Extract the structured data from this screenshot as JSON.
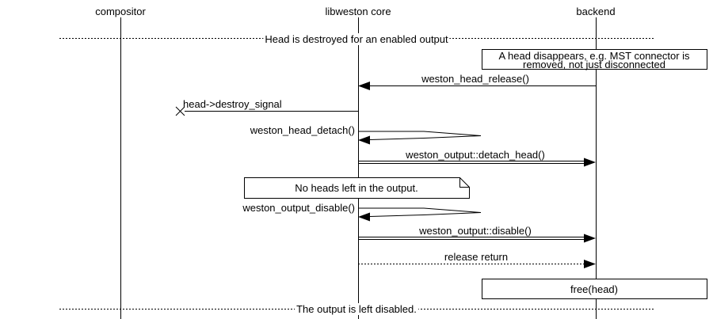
{
  "lifelines": [
    {
      "label": "compositor"
    },
    {
      "label": "libweston core"
    },
    {
      "label": "backend"
    }
  ],
  "dividers": [
    {
      "label": "Head is destroyed for an enabled output"
    },
    {
      "label": "The output is left disabled."
    }
  ],
  "notes": [
    {
      "line1": "A head disappears, e.g. MST connector is",
      "line2": "removed, not just disconnected"
    },
    {
      "text": "No heads left in the output."
    },
    {
      "text": "free(head)"
    }
  ],
  "messages": [
    {
      "label": "weston_head_release()",
      "from": "backend",
      "to": "libweston core",
      "style": "solid-arrow-left"
    },
    {
      "label": "head->destroy_signal",
      "from": "libweston core",
      "to": "lost",
      "style": "lost-x"
    },
    {
      "label": "weston_head_detach()",
      "from": "libweston core",
      "to": "libweston core",
      "style": "self-call"
    },
    {
      "label": "weston_output::detach_head()",
      "from": "libweston core",
      "to": "backend",
      "style": "double-line-arrow-right"
    },
    {
      "label": "weston_output_disable()",
      "from": "libweston core",
      "to": "libweston core",
      "style": "self-call"
    },
    {
      "label": "weston_output::disable()",
      "from": "libweston core",
      "to": "backend",
      "style": "double-line-arrow-right"
    },
    {
      "label": "release return",
      "from": "libweston core",
      "to": "backend",
      "style": "dotted-arrow-right"
    }
  ],
  "colors": {
    "line": "#000000",
    "background": "#ffffff"
  }
}
